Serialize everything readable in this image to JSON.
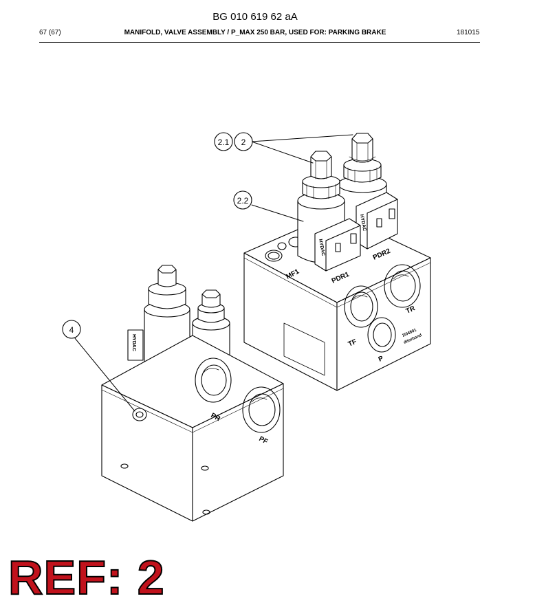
{
  "document": {
    "title": "BG 010 619 62 aA",
    "page": "67 (67)",
    "description": "MANIFOLD, VALVE ASSEMBLY / P_MAX 250 BAR, USED FOR: PARKING BRAKE",
    "date_code": "181015"
  },
  "callouts": {
    "c21": "2.1",
    "c2": "2",
    "c22": "2.2",
    "c4": "4"
  },
  "port_labels": {
    "mf1": "MF1",
    "pdr1": "PDR1",
    "pdr2": "PDR2",
    "tr": "TR",
    "tf": "TF",
    "p": "P",
    "pr": "PR",
    "pf": "PF"
  },
  "brand": {
    "coil1": "HYDAC",
    "coil2": "HYDAC",
    "coil3": "HYDAC"
  },
  "block_marking": {
    "line1": "2/04801",
    "line2": "ditorbond"
  },
  "ref_label": "REF: 2",
  "colors": {
    "ref_text": "#c1121c",
    "line": "#000000"
  }
}
